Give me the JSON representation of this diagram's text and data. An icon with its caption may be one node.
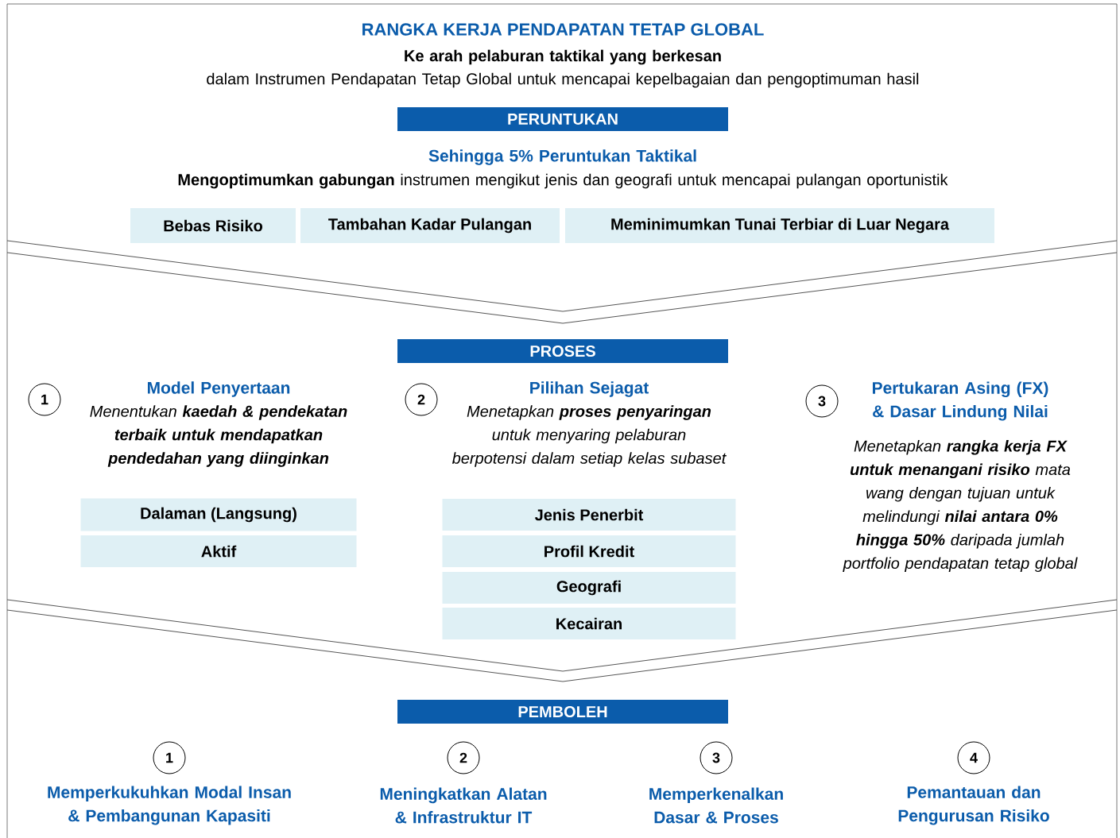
{
  "diagram": {
    "title": "RANGKA KERJA PENDAPATAN TETAP GLOBAL",
    "nodes": [
      {
        "text": [
          "PERUNTUKAN"
        ]
      },
      {
        "text": [
          "Bebas Risiko"
        ]
      },
      {
        "text": [
          "Tambahan Kadar Pulangan"
        ]
      },
      {
        "text": [
          "Meminimumkan Tunai Terbiar di Luar Negara"
        ]
      },
      {
        "text": [
          "PROSES"
        ]
      },
      {
        "text": [
          "1"
        ]
      },
      {
        "text": [
          "Dalaman (Langsung)"
        ]
      },
      {
        "text": [
          "Aktif"
        ]
      },
      {
        "text": [
          "2"
        ]
      },
      {
        "text": [
          "Jenis Penerbit"
        ]
      },
      {
        "text": [
          "Profil Kredit"
        ]
      },
      {
        "text": [
          "Geografi"
        ]
      },
      {
        "text": [
          "Kecairan"
        ]
      },
      {
        "text": [
          "3"
        ]
      },
      {
        "text": [
          "PEMBOLEH"
        ]
      },
      {
        "text": [
          "1"
        ]
      },
      {
        "text": [
          "2"
        ]
      },
      {
        "text": [
          "3"
        ]
      },
      {
        "text": [
          "4"
        ]
      }
    ],
    "labels": [
      "Ke arah pelaburan taktikal yang berkesan",
      "dalam Instrumen Pendapatan Tetap Global untuk mencapai kepelbagaian dan pengoptimuman hasil",
      "Sehingga 5% Peruntukan Taktikal",
      "**Mengoptimumkan gabungan** instrumen mengikut jenis dan geografi untuk mencapai pulangan oportunistik",
      "Model Penyertaan",
      "Menentukan **kaedah & pendekatan terbaik untuk mendapatkan pendedahan yang diinginkan**",
      "Pilihan Sejagat",
      "Menetapkan **proses penyaringan** untuk menyaring pelaburan berpotensi dalam setiap kelas subaset",
      "Pertukaran Asing (FX) & Dasar Lindung Nilai",
      "Menetapkan **rangka kerja FX untuk menangani risiko** mata wang dengan tujuan untuk melindungi **nilai antara 0% hingga 50%** daripada jumlah portfolio pendapatan tetap global",
      "Memperkukuhkan Modal Insan & Pembangunan Kapasiti",
      "Meningkatkan Alatan & Infrastruktur IT",
      "Memperkenalkan Dasar & Proses",
      "Pemantauan dan Pengurusan Risiko"
    ]
  }
}
